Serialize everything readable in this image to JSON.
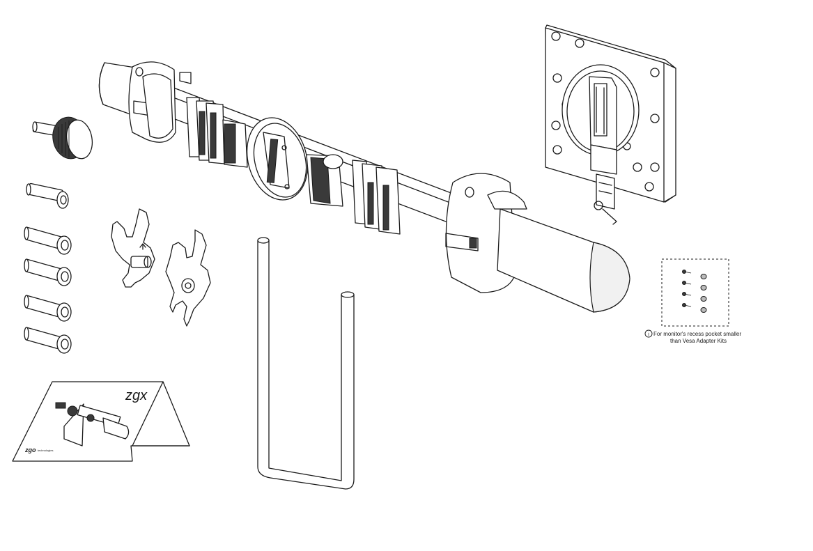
{
  "note": {
    "icon": "info-icon",
    "icon_glyph": "i",
    "line1": "For monitor's recess pocket smaller",
    "line2": "than Vesa Adapter Kits"
  },
  "manual": {
    "brand_logo": "zgx",
    "footer_logo": "zgo",
    "footer_text": "technologies"
  },
  "colors": {
    "line": "#1a1a1a",
    "dark_fill": "#3a3a3a",
    "background": "#ffffff"
  }
}
